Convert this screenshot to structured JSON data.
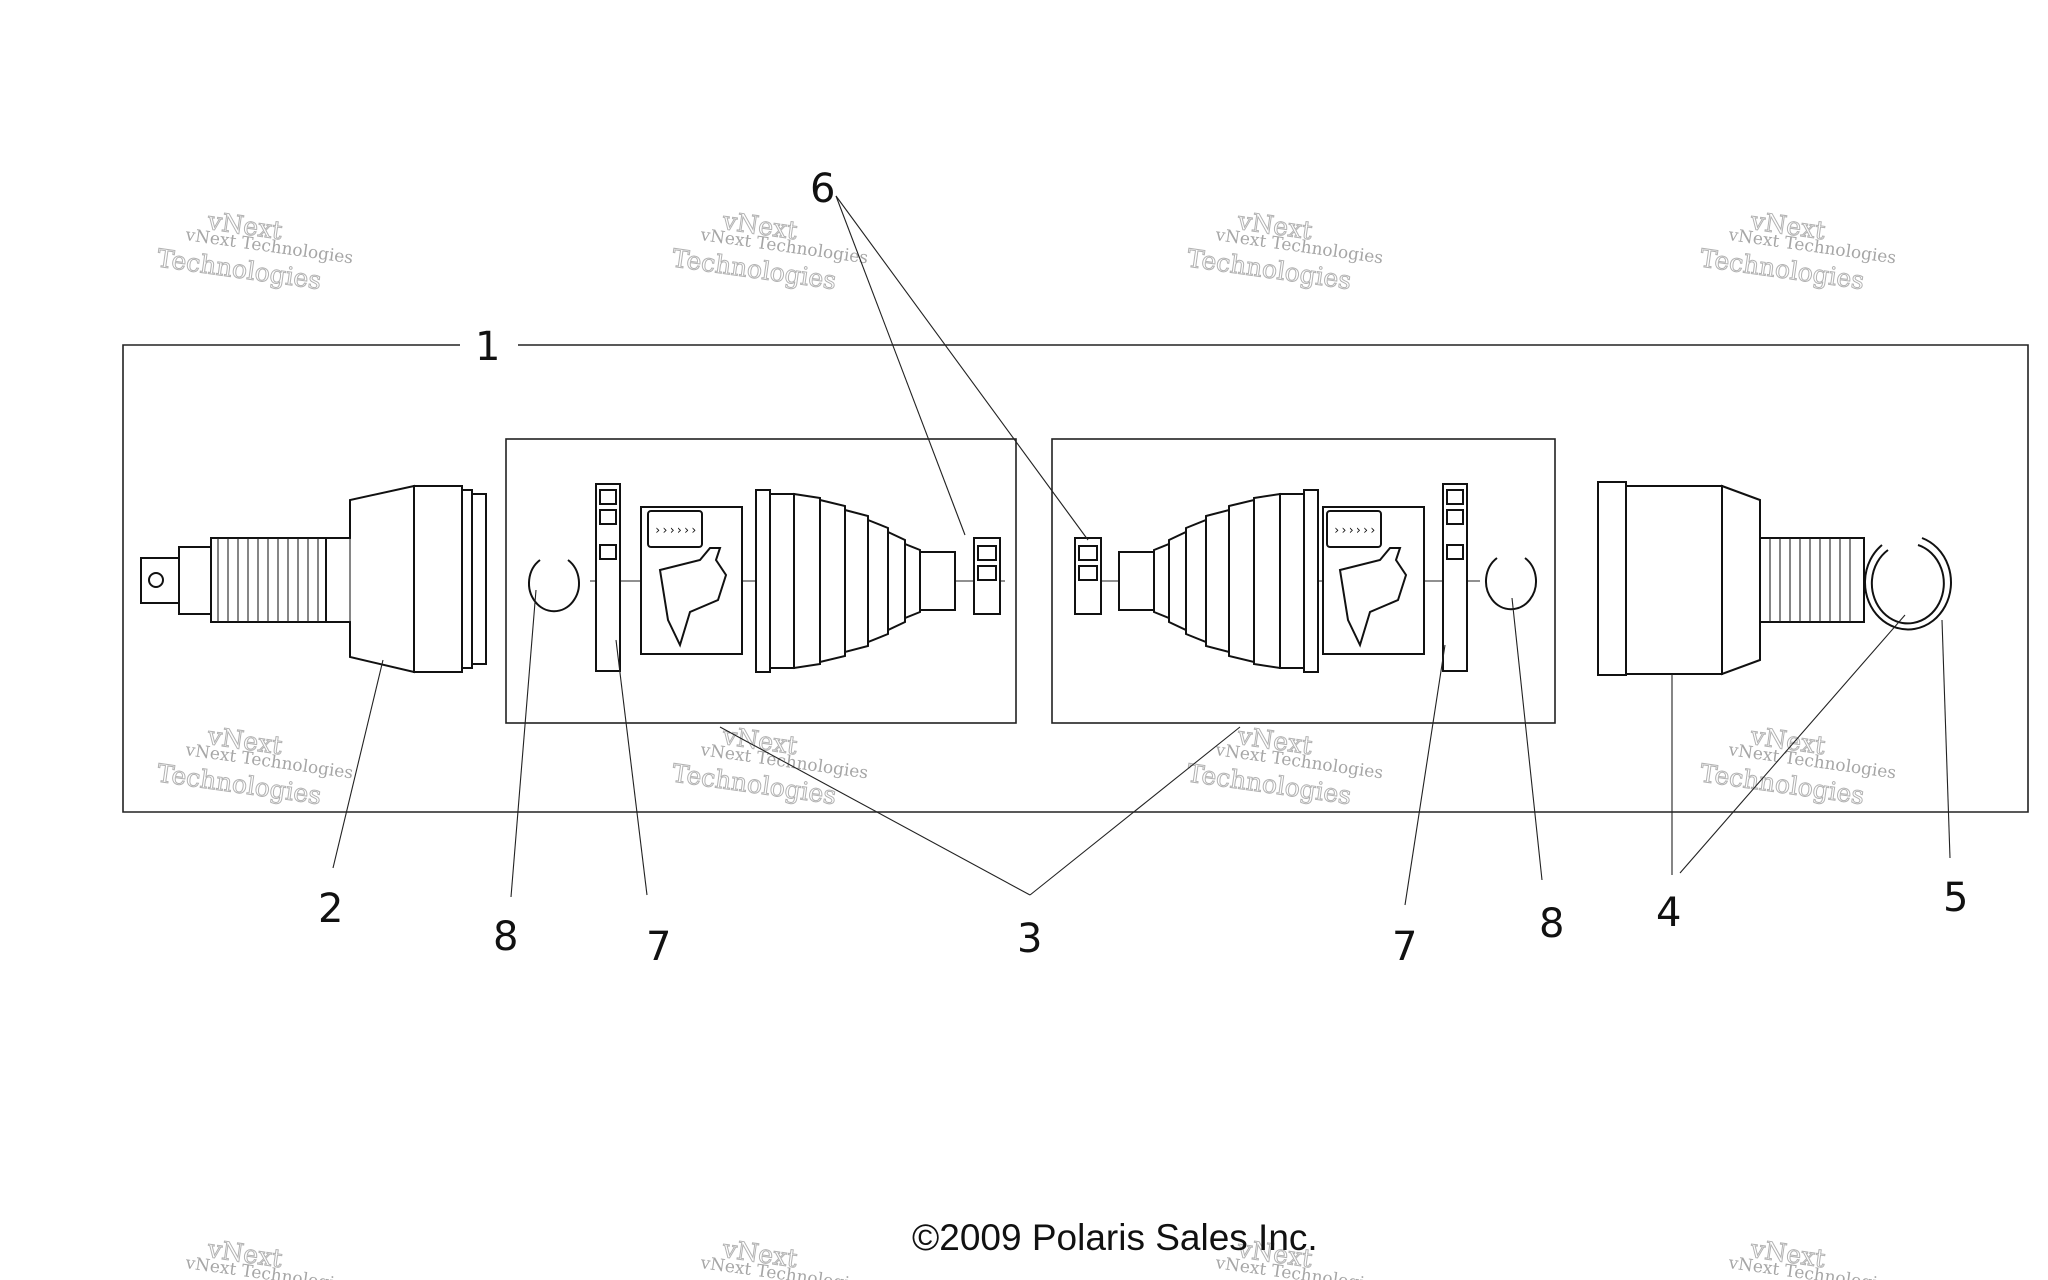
{
  "diagram": {
    "copyright": "©2009 Polaris Sales Inc.",
    "watermark": {
      "line1": "vNext Technologies",
      "line2": "vNext",
      "line3": "Technologies"
    },
    "callouts": [
      "1",
      "2",
      "8",
      "7",
      "3",
      "7",
      "8",
      "4",
      "5",
      "6"
    ],
    "parts": [
      "outer-cv-joint",
      "boot-kit-left",
      "boot-kit-right",
      "inner-cv-joint",
      "circlip",
      "boot-clamp",
      "retaining-ring"
    ]
  }
}
